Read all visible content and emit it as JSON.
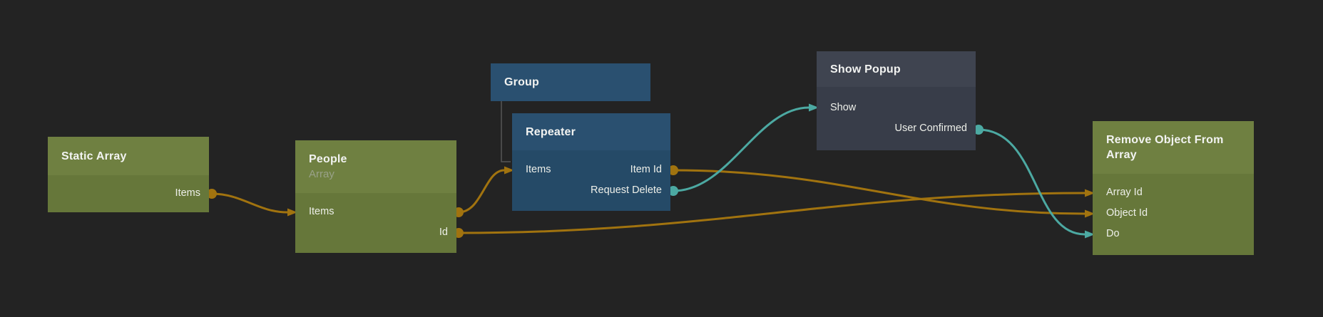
{
  "canvas": {
    "background": "#232323",
    "type": "node-graph-editor"
  },
  "colors": {
    "wire_data": "#a1730f",
    "wire_event": "#4ca9a2",
    "hierarchy_line": "#565656",
    "olive_header": "#6f8041",
    "olive_body": "#66773a",
    "blue_header": "#2a5070",
    "blue_body": "#254a67",
    "dark_header": "#3f4450",
    "dark_body": "#383d49"
  },
  "nodes": [
    {
      "title": "Static Array",
      "ports": [
        {
          "label": "Items",
          "direction": "output"
        }
      ]
    },
    {
      "title": "People",
      "subtitle": "Array",
      "ports": [
        {
          "label": "Items",
          "direction": "input-output"
        },
        {
          "label": "Id",
          "direction": "output"
        }
      ]
    },
    {
      "title": "Group",
      "ports": []
    },
    {
      "title": "Repeater",
      "ports": [
        {
          "label": "Items",
          "direction": "input"
        },
        {
          "label": "Item Id",
          "direction": "output"
        },
        {
          "label": "Request Delete",
          "direction": "output"
        }
      ]
    },
    {
      "title": "Show Popup",
      "ports": [
        {
          "label": "Show",
          "direction": "input"
        },
        {
          "label": "User Confirmed",
          "direction": "output"
        }
      ]
    },
    {
      "title": "Remove Object From Array",
      "ports": [
        {
          "label": "Array Id",
          "direction": "input"
        },
        {
          "label": "Object Id",
          "direction": "input"
        },
        {
          "label": "Do",
          "direction": "input"
        }
      ]
    }
  ],
  "connections": [
    {
      "from": "Static Array.Items",
      "to": "People.Items",
      "type": "data"
    },
    {
      "from": "People.Items",
      "to": "Repeater.Items",
      "type": "data"
    },
    {
      "from": "People.Id",
      "to": "Remove Object From Array.Array Id",
      "type": "data"
    },
    {
      "from": "Repeater.Item Id",
      "to": "Remove Object From Array.Object Id",
      "type": "data"
    },
    {
      "from": "Repeater.Request Delete",
      "to": "Show Popup.Show",
      "type": "event"
    },
    {
      "from": "Show Popup.User Confirmed",
      "to": "Remove Object From Array.Do",
      "type": "event"
    },
    {
      "parent": "Group",
      "child": "Repeater",
      "type": "hierarchy"
    }
  ]
}
